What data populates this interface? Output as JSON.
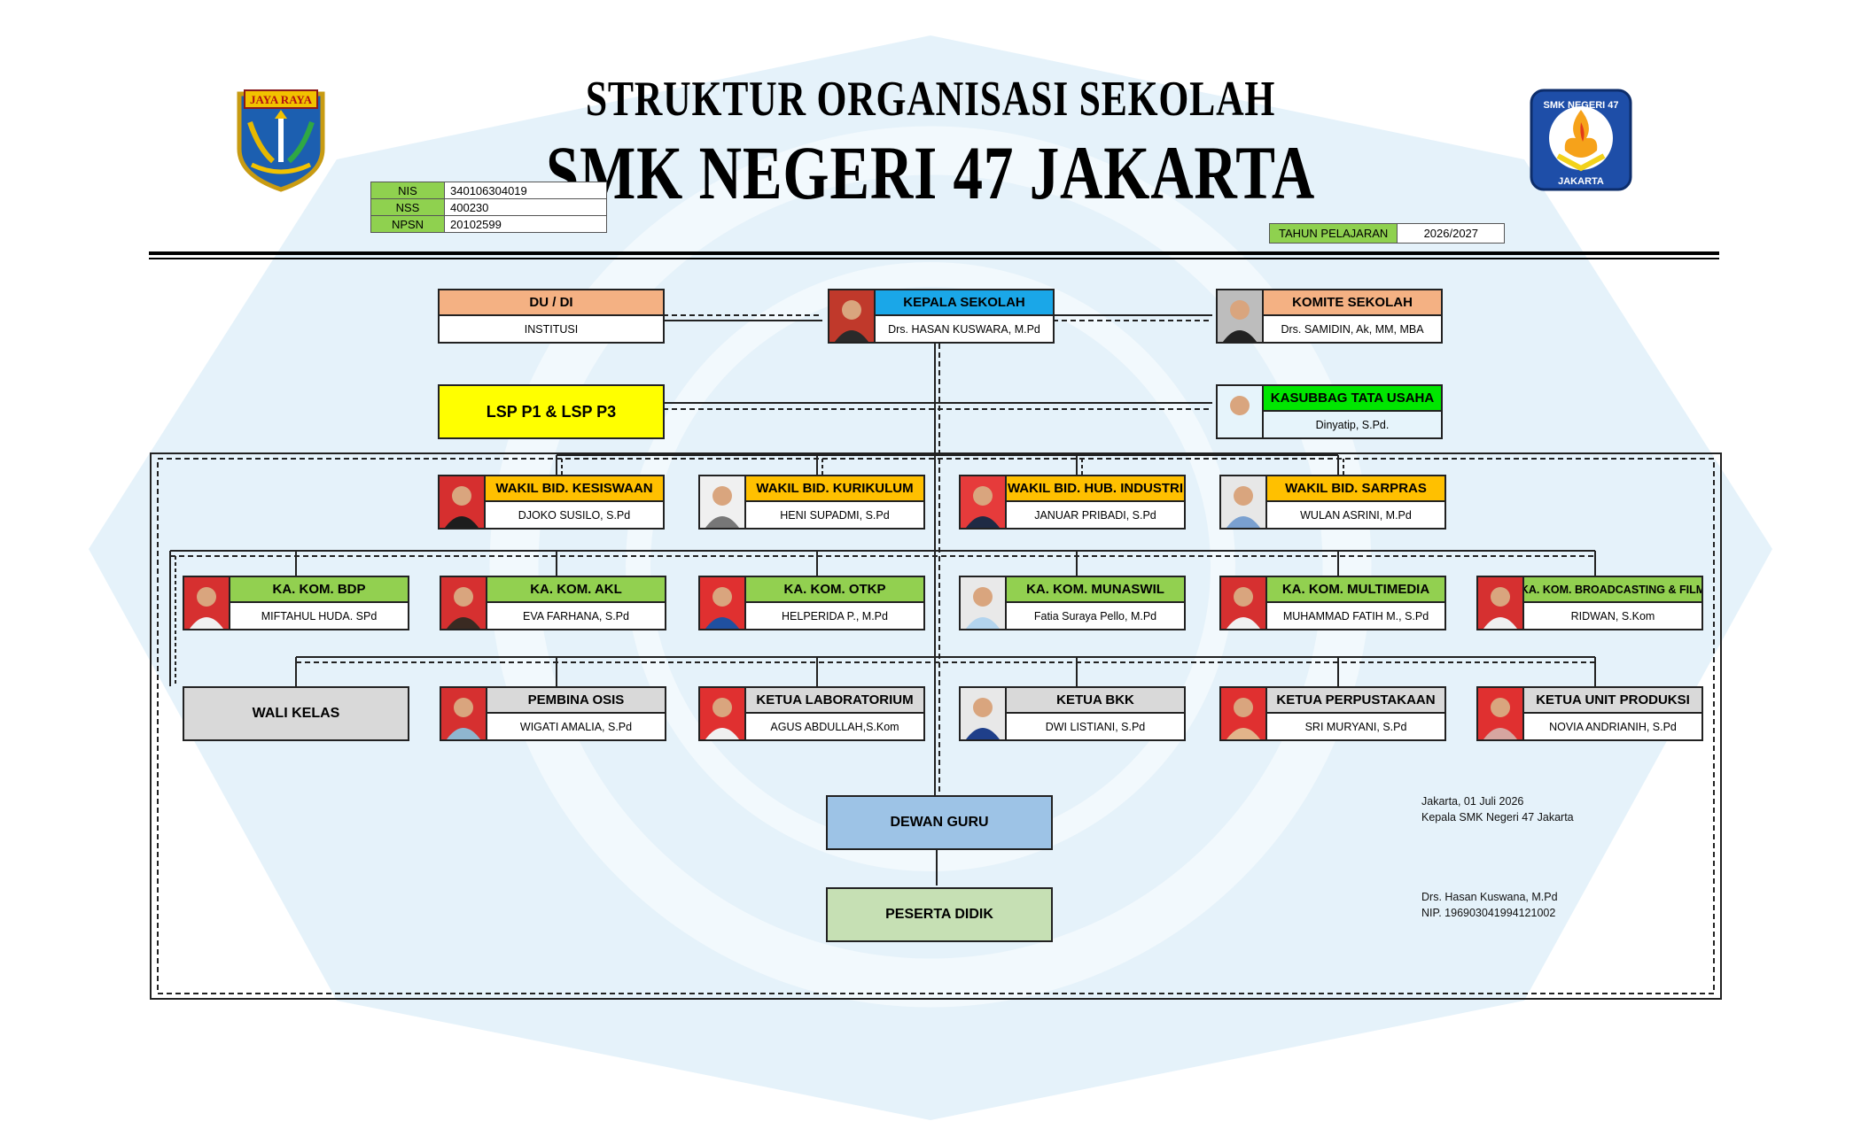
{
  "header": {
    "title_line1": "STRUKTUR ORGANISASI SEKOLAH",
    "title_line2": "SMK NEGERI 47 JAKARTA",
    "left_logo_text": "JAYA RAYA",
    "right_logo_text_top": "SMK NEGERI 47",
    "right_logo_text_bottom": "JAKARTA"
  },
  "identity": [
    {
      "key": "NIS",
      "value": "340106304019"
    },
    {
      "key": "NSS",
      "value": "400230"
    },
    {
      "key": "NPSN",
      "value": "20102599"
    }
  ],
  "academic_year": {
    "label": "TAHUN PELAJARAN",
    "value": "2026/2027"
  },
  "colors": {
    "peach": "#f4b183",
    "cyan": "#1aa7e8",
    "orange": "#ffc000",
    "yellow": "#ffff00",
    "bright_green": "#00e600",
    "light_green": "#92d050",
    "gray": "#d9d9d9",
    "pale_blue": "#e6f4fb",
    "blue": "#9dc3e6",
    "sage": "#c6e0b4",
    "watermark": "#cfe8f6"
  },
  "boxes": {
    "du_di": {
      "title": "DU / DI",
      "name": "INSTITUSI"
    },
    "kepala": {
      "title": "KEPALA SEKOLAH",
      "name": "Drs. HASAN KUSWARA, M.Pd"
    },
    "komite": {
      "title": "KOMITE SEKOLAH",
      "name": "Drs. SAMIDIN, Ak, MM, MBA"
    },
    "lsp": {
      "title": "LSP P1 & LSP P3"
    },
    "tata_usaha": {
      "title": "KASUBBAG TATA USAHA",
      "name": "Dinyatip, S.Pd."
    },
    "wakil_kesiswaan": {
      "title": "WAKIL BID. KESISWAAN",
      "name": "DJOKO SUSILO, S.Pd"
    },
    "wakil_kurikulum": {
      "title": "WAKIL BID. KURIKULUM",
      "name": "HENI SUPADMI, S.Pd"
    },
    "wakil_hubin": {
      "title": "WAKIL BID. HUB. INDUSTRI",
      "name": "JANUAR PRIBADI, S.Pd"
    },
    "wakil_sarpras": {
      "title": "WAKIL BID. SARPRAS",
      "name": "WULAN ASRINI, M.Pd"
    },
    "kom_bdp": {
      "title": "KA. KOM. BDP",
      "name": "MIFTAHUL HUDA. SPd"
    },
    "kom_akl": {
      "title": "KA. KOM. AKL",
      "name": "EVA FARHANA, S.Pd"
    },
    "kom_otkp": {
      "title": "KA. KOM. OTKP",
      "name": "HELPERIDA P., M.Pd"
    },
    "kom_munaswil": {
      "title": "KA. KOM. MUNASWIL",
      "name": "Fatia Suraya Pello, M.Pd"
    },
    "kom_multimedia": {
      "title": "KA. KOM. MULTIMEDIA",
      "name": "MUHAMMAD FATIH M., S.Pd"
    },
    "kom_broadcast": {
      "title": "KA. KOM. BROADCASTING & FILM",
      "name": "RIDWAN, S.Kom"
    },
    "wali_kelas": {
      "title": "WALI KELAS"
    },
    "pembina_osis": {
      "title": "PEMBINA OSIS",
      "name": "WIGATI AMALIA, S.Pd"
    },
    "ketua_lab": {
      "title": "KETUA LABORATORIUM",
      "name": "AGUS ABDULLAH,S.Kom"
    },
    "ketua_bkk": {
      "title": "KETUA BKK",
      "name": "DWI LISTIANI, S.Pd"
    },
    "ketua_perpus": {
      "title": "KETUA PERPUSTAKAAN",
      "name": "SRI MURYANI, S.Pd"
    },
    "ketua_up": {
      "title": "KETUA UNIT PRODUKSI",
      "name": "NOVIA ANDRIANIH, S.Pd"
    },
    "dewan_guru": {
      "title": "DEWAN GURU"
    },
    "peserta_didik": {
      "title": "PESERTA DIDIK"
    }
  },
  "signature": {
    "place_date": "Jakarta, 01 Juli 2026",
    "position": "Kepala SMK Negeri 47 Jakarta",
    "name": "Drs. Hasan Kuswana, M.Pd",
    "nip": "NIP. 196903041994121002"
  }
}
